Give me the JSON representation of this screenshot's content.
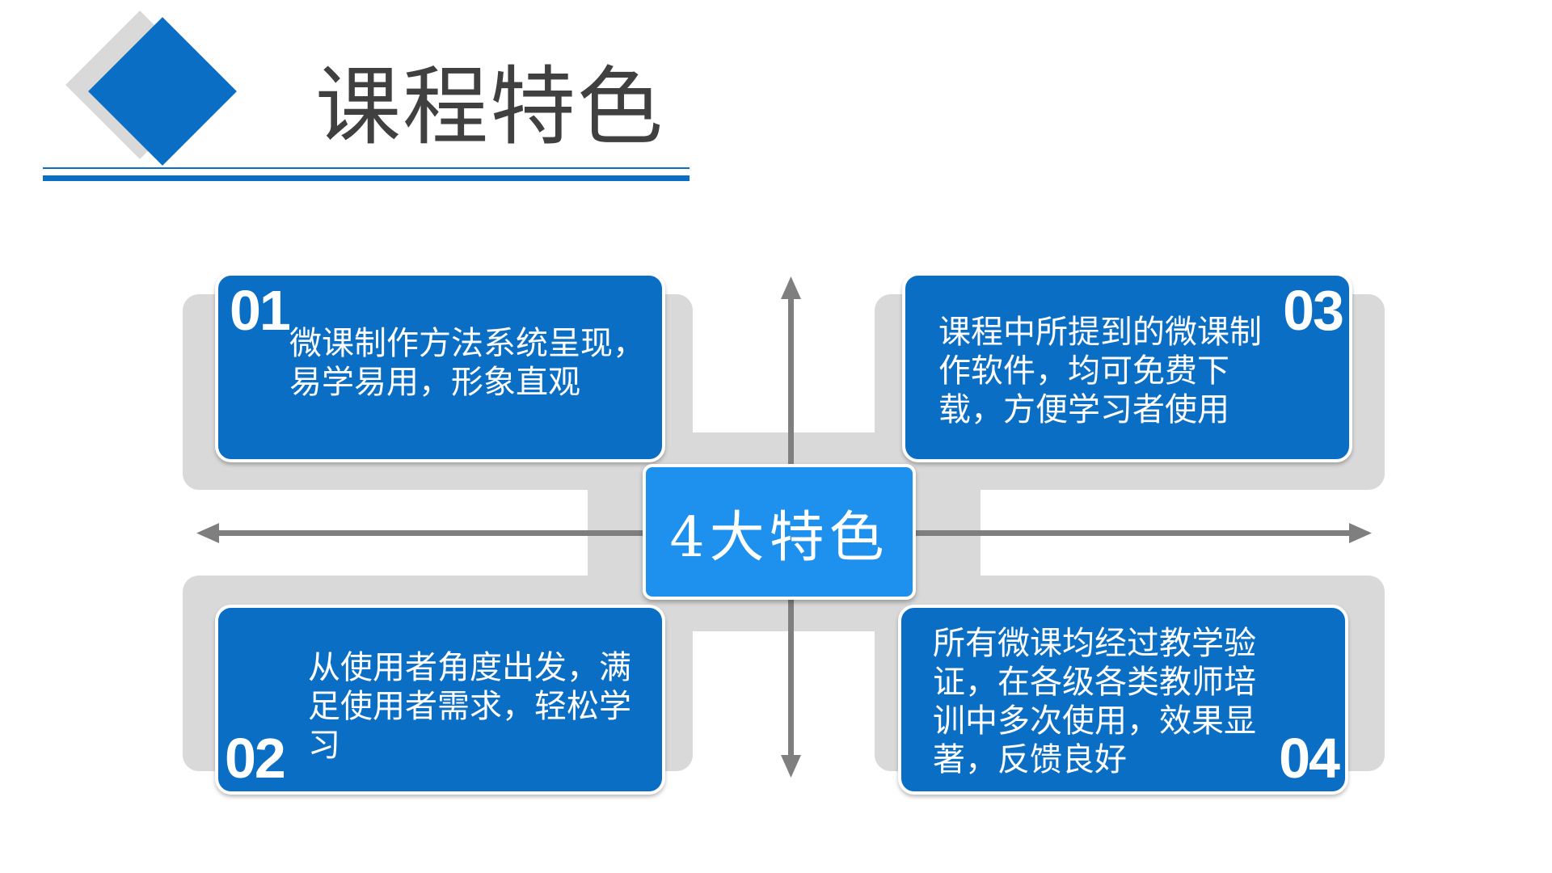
{
  "header": {
    "title": "课程特色",
    "icon": "diamond-icon"
  },
  "center": {
    "label": "4大特色"
  },
  "features": [
    {
      "number": "01",
      "text": "微课制作方法系统呈现，易学易用，形象直观"
    },
    {
      "number": "02",
      "text": "从使用者角度出发，满足使用者需求，轻松学习"
    },
    {
      "number": "03",
      "text": "课程中所提到的微课制作软件，均可免费下载，方便学习者使用"
    },
    {
      "number": "04",
      "text": "所有微课均经过教学验证，在各级各类教师培训中多次使用，效果显著，反馈良好"
    }
  ],
  "colors": {
    "accent_blue": "#0b6ec5",
    "center_blue": "#1e90ee",
    "backdrop_gray": "#d9d9d9",
    "arrow_gray": "#7f7f7f",
    "title_text": "#404040"
  }
}
